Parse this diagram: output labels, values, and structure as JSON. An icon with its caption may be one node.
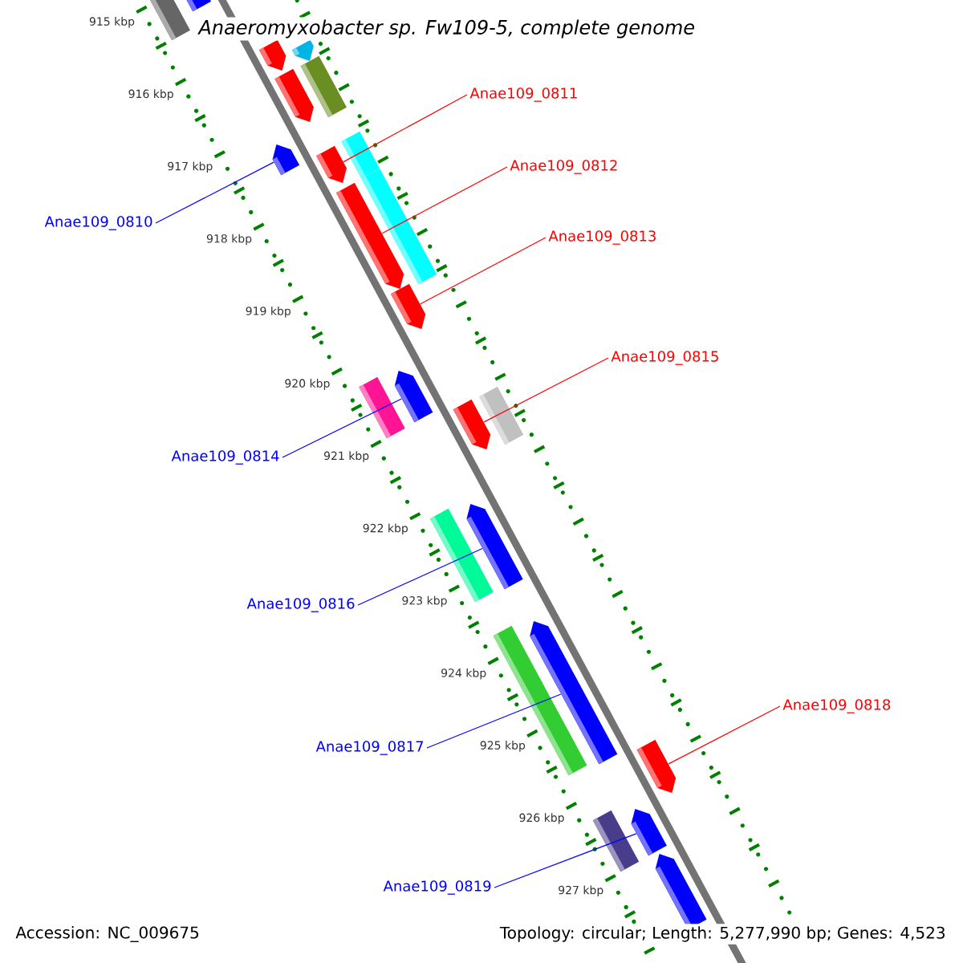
{
  "diagram": {
    "title": "Anaeromyxobacter sp. Fw109-5, complete genome",
    "nodes": [
      {
        "text": [],
        "shape": "bar"
      },
      {
        "text": [],
        "shape": "arrow"
      },
      {
        "text": [],
        "shape": "arrow"
      },
      {
        "text": [],
        "shape": "bar"
      },
      {
        "text": [],
        "shape": "arrow"
      },
      {
        "text": [],
        "shape": "bar"
      },
      {
        "text": [],
        "shape": "arrow"
      },
      {
        "text": [],
        "shape": "arrow"
      },
      {
        "text": [],
        "shape": "bar"
      },
      {
        "text": [],
        "shape": "arrow"
      },
      {
        "text": [],
        "shape": "bar"
      },
      {
        "text": [],
        "shape": "arrow"
      },
      {
        "text": [],
        "shape": "bar"
      },
      {
        "text": [],
        "shape": "arrow"
      },
      {
        "text": [],
        "shape": "arrow"
      },
      {
        "text": [],
        "shape": "bar"
      },
      {
        "text": [],
        "shape": "bar"
      },
      {
        "text": [],
        "shape": "arrow"
      },
      {
        "text": [],
        "shape": "bar"
      },
      {
        "text": [],
        "shape": "arrow"
      },
      {
        "text": [],
        "shape": "arrow"
      },
      {
        "text": [],
        "shape": "bar"
      },
      {
        "text": [],
        "shape": "arrow"
      },
      {
        "text": [],
        "shape": "arrow"
      },
      {
        "text": [
          "Anae109_0811"
        ]
      },
      {
        "text": [
          "Anae109_0812"
        ]
      },
      {
        "text": [
          "Anae109_0810"
        ]
      },
      {
        "text": [
          "Anae109_0813"
        ]
      },
      {
        "text": [
          "Anae109_0815"
        ]
      },
      {
        "text": [
          "Anae109_0814"
        ]
      },
      {
        "text": [
          "Anae109_0816"
        ]
      },
      {
        "text": [
          "Anae109_0818"
        ]
      },
      {
        "text": [
          "Anae109_0817"
        ]
      },
      {
        "text": [
          "Anae109_0819"
        ]
      }
    ],
    "edges": [
      {
        "from": 24,
        "to": 7,
        "arrow": "none",
        "color": "#ff0000"
      },
      {
        "from": 25,
        "to": 9,
        "arrow": "none",
        "color": "#ff0000"
      },
      {
        "from": 26,
        "to": 6,
        "arrow": "none",
        "color": "#0000ff"
      },
      {
        "from": 27,
        "to": 11,
        "arrow": "none",
        "color": "#ff0000"
      },
      {
        "from": 28,
        "to": 14,
        "arrow": "none",
        "color": "#ff0000"
      },
      {
        "from": 29,
        "to": 13,
        "arrow": "none",
        "color": "#0000ff"
      },
      {
        "from": 30,
        "to": 17,
        "arrow": "none",
        "color": "#0000ff"
      },
      {
        "from": 31,
        "to": 20,
        "arrow": "none",
        "color": "#ff0000"
      },
      {
        "from": 32,
        "to": 19,
        "arrow": "none",
        "color": "#0000ff"
      },
      {
        "from": 33,
        "to": 22,
        "arrow": "none",
        "color": "#0000ff"
      }
    ],
    "labels": [
      "915 kbp",
      "916 kbp",
      "917 kbp",
      "918 kbp",
      "919 kbp",
      "920 kbp",
      "921 kbp",
      "922 kbp",
      "923 kbp",
      "924 kbp",
      "925 kbp",
      "926 kbp",
      "927 kbp",
      "Accession: NC_009675",
      "Topology: circular; Length: 5,277,990 bp; Genes: 4,523"
    ]
  }
}
